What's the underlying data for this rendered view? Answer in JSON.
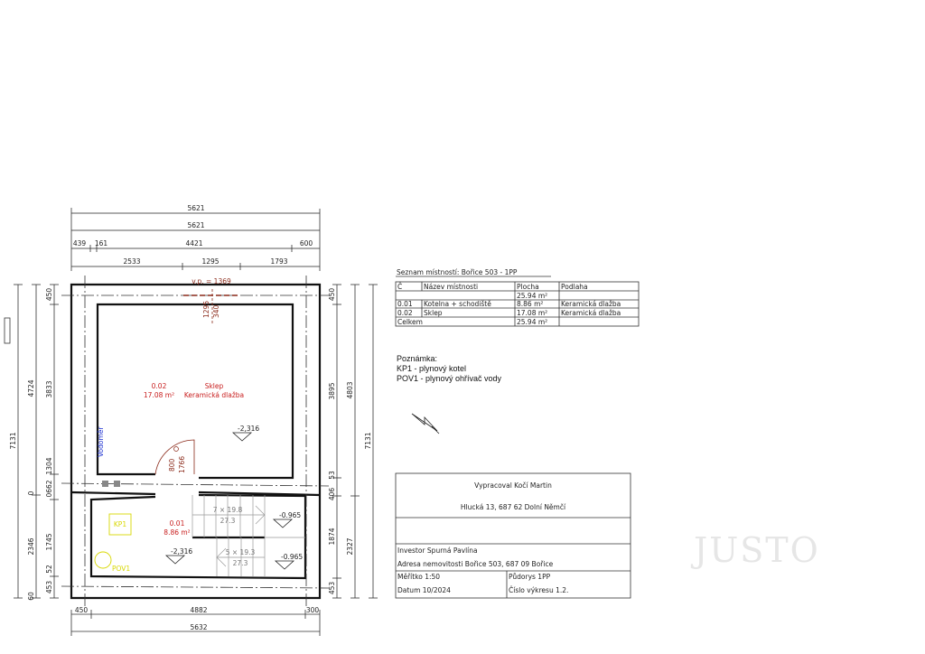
{
  "plan": {
    "top_dims": {
      "row1": [
        "5621"
      ],
      "row2": [
        "5621"
      ],
      "row3": [
        "439",
        "161",
        "4421",
        "600"
      ],
      "row4": [
        "2533",
        "1295",
        "1793"
      ]
    },
    "bottom_dims": {
      "row1": [
        "450",
        "4882",
        "300"
      ],
      "row2": [
        "5632"
      ]
    },
    "left_dims": {
      "outer": "7131",
      "mid": [
        "4724",
        "2346"
      ],
      "inner": [
        "450",
        "3833",
        "1304",
        "0662",
        "1745",
        "453",
        "52",
        "60",
        "0"
      ]
    },
    "right_dims": {
      "outer": "7131",
      "mid": [
        "4803",
        "2327"
      ],
      "inner": [
        "450",
        "3895",
        "53",
        "406",
        "1874",
        "453"
      ]
    },
    "window": {
      "label": "v.p. = 1369",
      "dims": [
        "1295",
        "340"
      ]
    },
    "door": {
      "dims": [
        "800",
        "1766"
      ]
    },
    "rooms": [
      {
        "number": "0.02",
        "name": "Sklep",
        "area": "17.08 m²",
        "floor": "Keramická dlažba"
      },
      {
        "number": "0.01",
        "area": "8.86 m²"
      }
    ],
    "levels": [
      "-2,316",
      "-2,316",
      "-0.965",
      "-0.965"
    ],
    "stairs": [
      {
        "steps": "7 × 19.8",
        "tread": "27.3"
      },
      {
        "steps": "5 × 19.3",
        "tread": "27.3"
      }
    ],
    "equipment": {
      "kp1": "KP1",
      "pov1": "POV1",
      "water": "Vodoměr"
    }
  },
  "room_table": {
    "title": "Seznam místností: Bořice 503 - 1PP",
    "headers": [
      "Č",
      "Název místnosti",
      "Plocha",
      "Podlaha"
    ],
    "rows": [
      [
        "",
        "",
        "25.94 m²",
        ""
      ],
      [
        "0.01",
        "Kotelna + schodiště",
        "8.86 m²",
        "Keramická dlažba"
      ],
      [
        "0.02",
        "Sklep",
        "17.08 m²",
        "Keramická dlažba"
      ]
    ],
    "total_label": "Celkem",
    "total_value": "25.94 m²"
  },
  "notes": {
    "title": "Poznámka:",
    "lines": [
      "KP1 - plynový kotel",
      "POV1 - plynový ohřívač vody"
    ]
  },
  "title_block": {
    "author": "Vypracoval Kočí Martin",
    "author_address": "Hlucká 13, 687 62 Dolní Němčí",
    "investor": "Investor Spurná Pavlína",
    "property_address": "Adresa nemovitosti Bořice 503, 687 09 Bořice",
    "scale": "Měřítko 1:50",
    "drawing": "Půdorys 1PP",
    "date": "Datum 10/2024",
    "drawing_number": "Číslo výkresu 1.2."
  },
  "watermark": "JUSTO"
}
